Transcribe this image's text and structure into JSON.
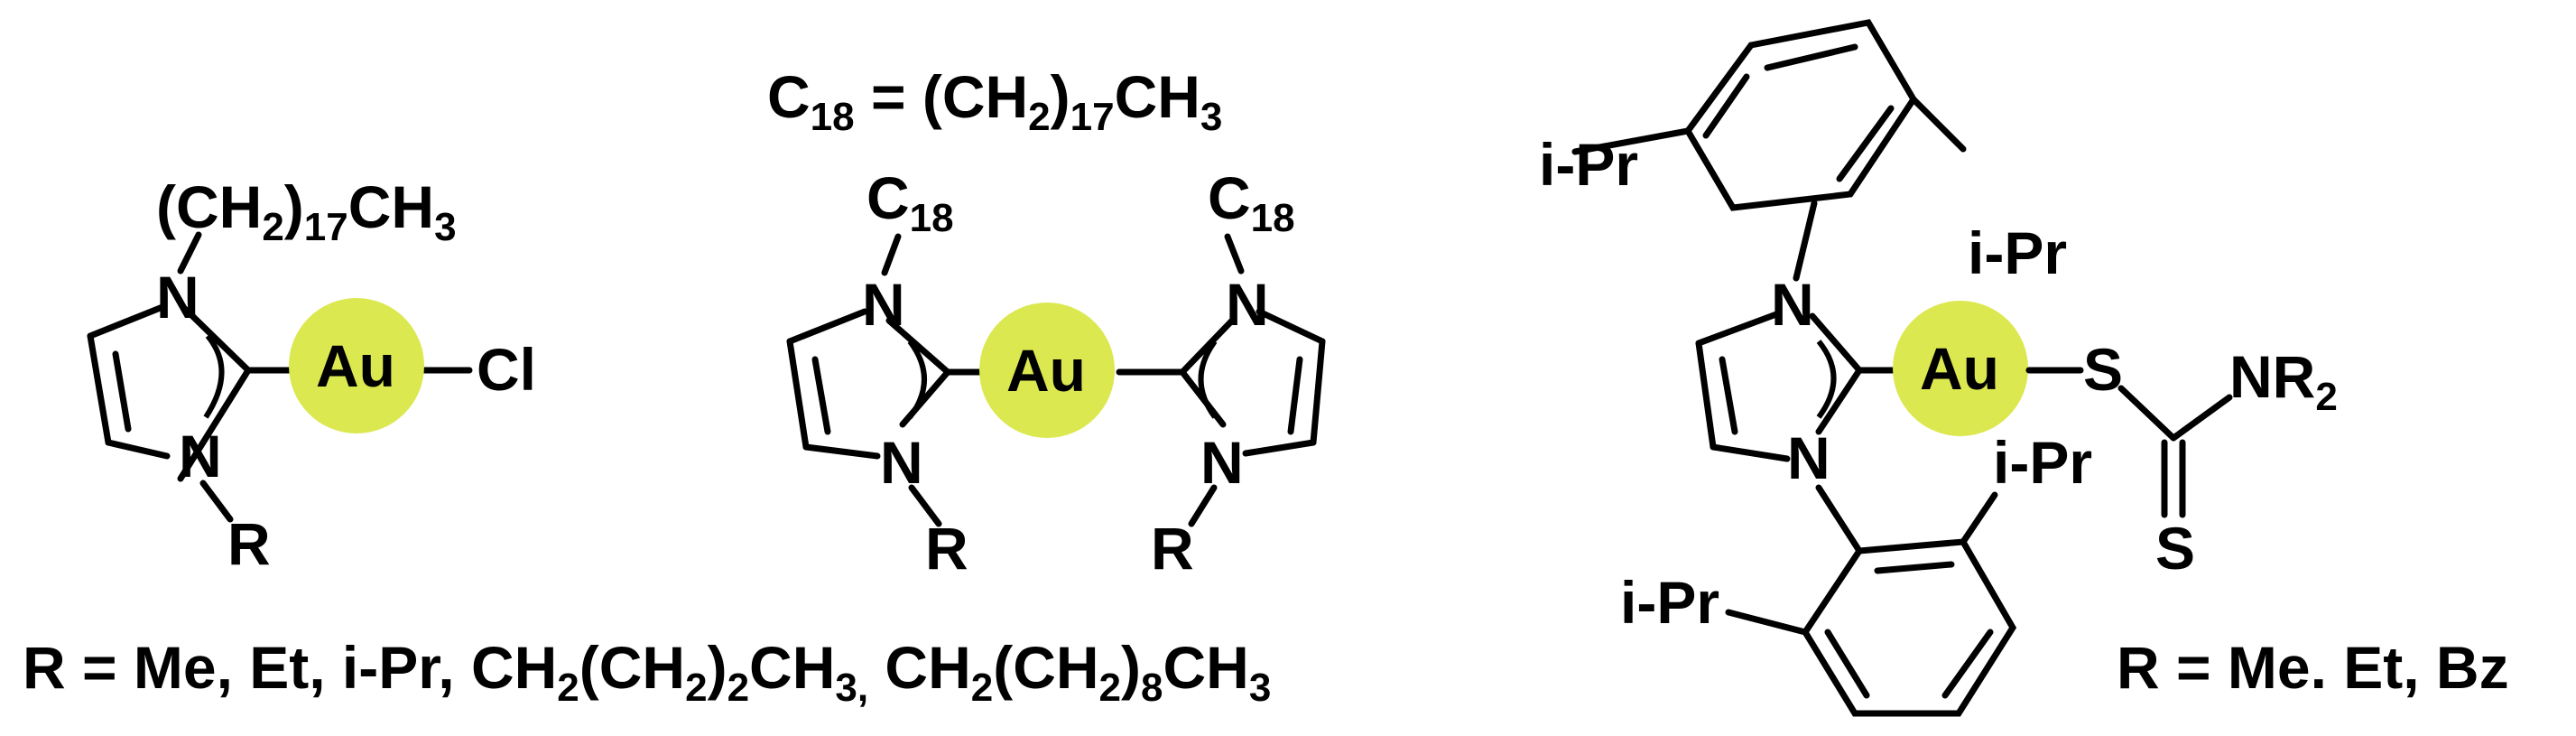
{
  "colors": {
    "gold_highlight": "#dbe84f",
    "ink": "#000000"
  },
  "molecules": {
    "left": {
      "substituent": "(CH2)17CH3",
      "n_top": "N",
      "n_bottom": "N",
      "metal": "Au",
      "ligand": "Cl",
      "r_group": "R"
    },
    "middle": {
      "definition_lhs": "C18",
      "definition_rhs": "(CH2)17CH3",
      "left_sub": "C18",
      "right_sub": "C18",
      "metal": "Au",
      "r_left": "R",
      "r_right": "R",
      "n1": "N",
      "n2": "N",
      "n3": "N",
      "n4": "N"
    },
    "right": {
      "ipr_labels": [
        "i-Pr",
        "i-Pr",
        "i-Pr",
        "i-Pr"
      ],
      "metal": "Au",
      "s1": "S",
      "s2": "S",
      "amine": "NR2",
      "n_top": "N",
      "n_bottom": "N"
    }
  },
  "captions": {
    "left_r": "R = Me, Et, i-Pr, CH2(CH2)2CH3, CH2(CH2)8CH3",
    "right_r": "R = Me. Et, Bz"
  }
}
